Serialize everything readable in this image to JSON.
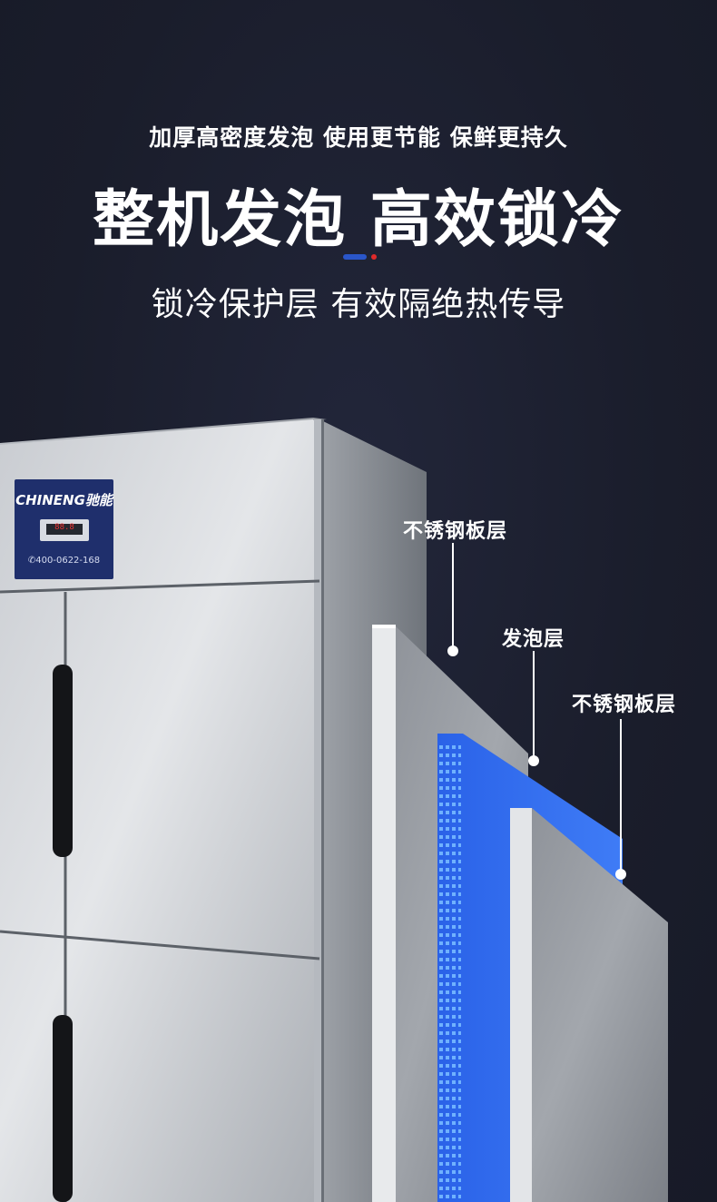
{
  "header": {
    "subtitle": "加厚高密度发泡 使用更节能 保鲜更持久",
    "headline": "整机发泡 高效锁冷",
    "tagline": "锁冷保护层 有效隔绝热传导"
  },
  "product": {
    "brand": "CHINENG驰能",
    "phone": "✆400-0622-168",
    "display_digits": "88.8"
  },
  "layers": {
    "outer_label": "不锈钢板层",
    "foam_label": "发泡层",
    "inner_label": "不锈钢板层"
  },
  "colors": {
    "background": "#1b1e2c",
    "accent_blue": "#2a56c9",
    "accent_red": "#e02a2a",
    "foam_blue": "#2f6ef0"
  }
}
